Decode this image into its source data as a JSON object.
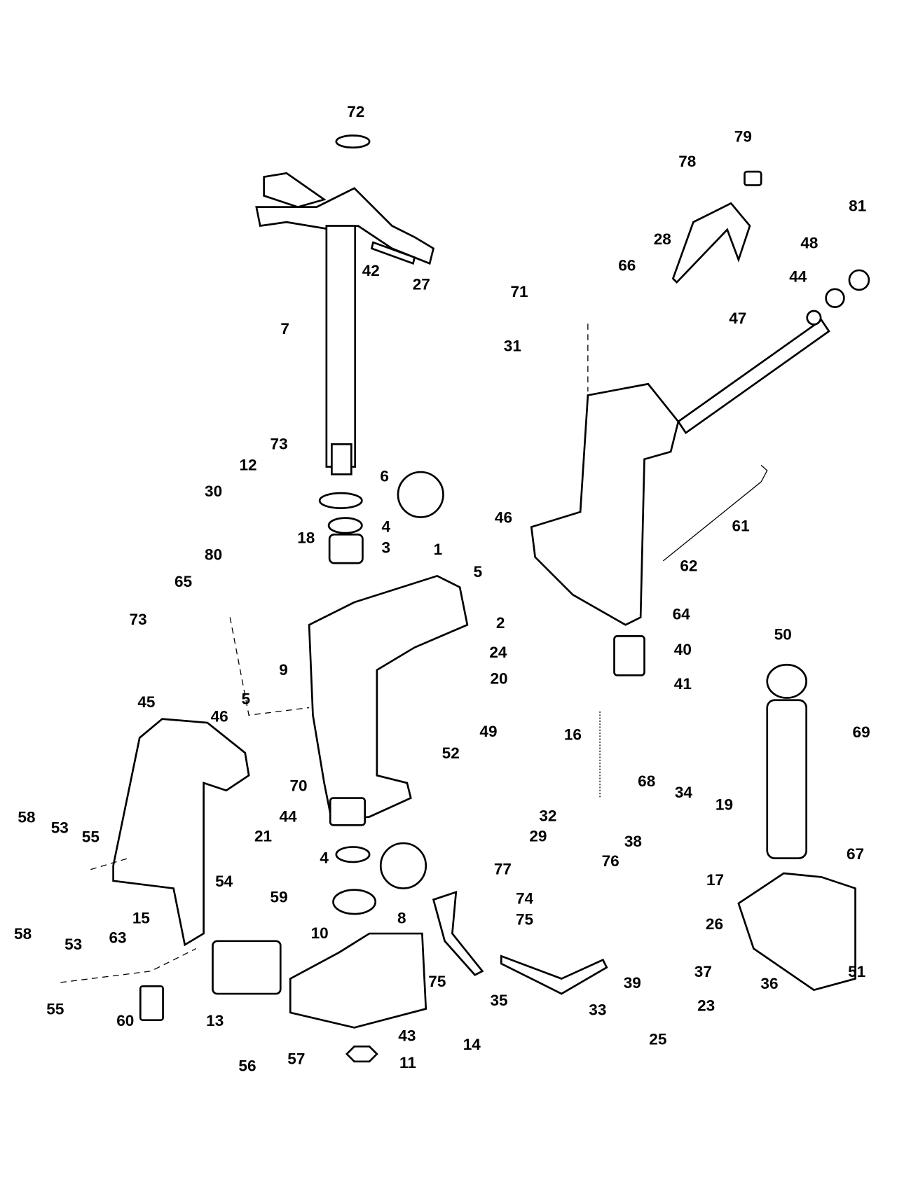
{
  "diagram": {
    "type": "exploded parts diagram",
    "background_color": "#ffffff",
    "ink_color": "#000000",
    "labels": [
      "72",
      "79",
      "78",
      "81",
      "48",
      "28",
      "66",
      "44",
      "42",
      "27",
      "71",
      "47",
      "7",
      "31",
      "73",
      "12",
      "30",
      "6",
      "46",
      "4",
      "18",
      "80",
      "3",
      "1",
      "65",
      "5",
      "61",
      "62",
      "73",
      "2",
      "64",
      "50",
      "40",
      "24",
      "9",
      "20",
      "41",
      "45",
      "5",
      "46",
      "16",
      "49",
      "69",
      "52",
      "70",
      "68",
      "34",
      "19",
      "44",
      "32",
      "58",
      "53",
      "55",
      "21",
      "38",
      "29",
      "76",
      "67",
      "4",
      "77",
      "54",
      "59",
      "17",
      "15",
      "74",
      "75",
      "8",
      "26",
      "63",
      "58",
      "53",
      "10",
      "51",
      "36",
      "39",
      "37",
      "75",
      "35",
      "33",
      "23",
      "55",
      "60",
      "13",
      "43",
      "14",
      "25",
      "57",
      "56",
      "11"
    ]
  }
}
